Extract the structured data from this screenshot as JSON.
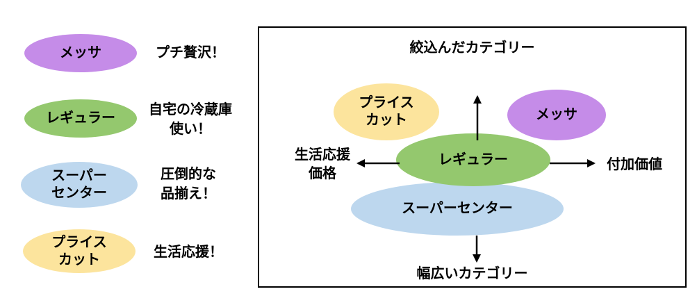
{
  "colors": {
    "messa": "#c58ce8",
    "regular": "#94c86e",
    "super_center": "#bdd7ee",
    "price_cut": "#fce49d"
  },
  "legend": {
    "items": [
      {
        "label1": "メッサ",
        "desc1": "プチ贅沢！"
      },
      {
        "label1": "レギュラー",
        "desc1": "自宅の冷蔵庫",
        "desc2": "使い！"
      },
      {
        "label1": "スーパー",
        "label2": "センター",
        "desc1": "圧倒的な",
        "desc2": "品揃え！"
      },
      {
        "label1": "プライス",
        "label2": "カット",
        "desc1": "生活応援！"
      }
    ]
  },
  "map": {
    "top_label": "絞込んだカテゴリー",
    "bottom_label": "幅広いカテゴリー",
    "left_label1": "生活応援",
    "left_label2": "価格",
    "right_label": "付加価値",
    "bubbles": {
      "price_cut1": "プライス",
      "price_cut2": "カット",
      "messa": "メッサ",
      "regular": "レギュラー",
      "super_center": "スーパーセンター"
    }
  }
}
